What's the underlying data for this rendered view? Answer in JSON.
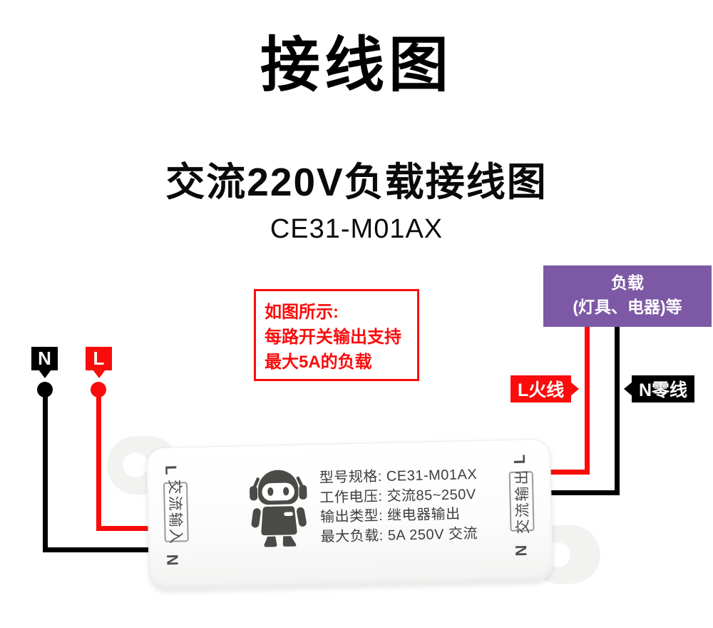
{
  "page": {
    "title": "接线图",
    "subtitle": "交流220V负载接线图",
    "model": "CE31-M01AX"
  },
  "note_box": {
    "line1": "如图所示:",
    "line2": "每路开关输出支持",
    "line3": "最大5A的负载"
  },
  "load_box": {
    "line1": "负载",
    "line2": "(灯具、电器)等"
  },
  "labels": {
    "live_wire": "L火线",
    "neutral_wire": "N零线",
    "pin_neutral": "N",
    "pin_live": "L"
  },
  "device": {
    "terminal_l_left": "L",
    "terminal_n_left": "N",
    "terminal_l_right": "L",
    "terminal_n_right": "N",
    "input_label": "交流输入",
    "output_label": "交流输出",
    "specs": [
      "型号规格: CE31-M01AX",
      "工作电压: 交流85~250V",
      "输出类型: 继电器输出",
      "最大负载: 5A 250V 交流"
    ]
  },
  "colors": {
    "wire_live": "#fa0c0c",
    "wire_neutral": "#000000",
    "load_box_bg": "#7d59a5",
    "robot": "#4a4a47"
  }
}
